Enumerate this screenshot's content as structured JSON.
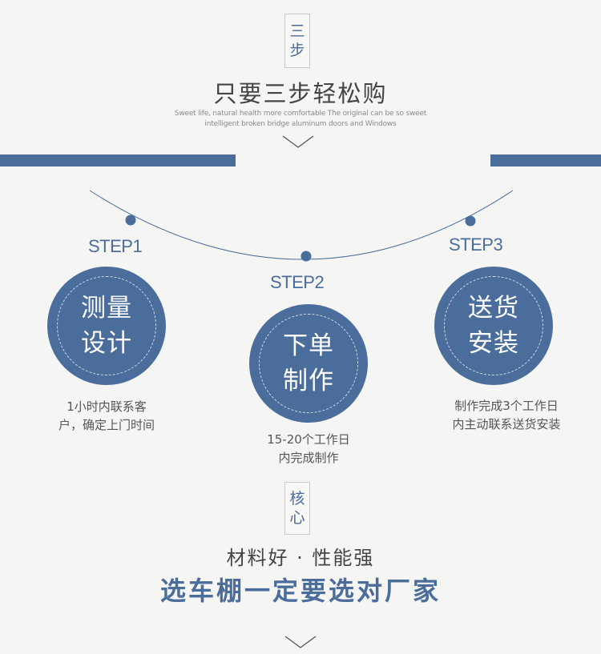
{
  "header": {
    "badge": [
      "三",
      "步"
    ],
    "title": "只要三步轻松购",
    "subtitle_line1": "Sweet life, natural health more comfortable The original can be so sweet",
    "subtitle_line2": "intelligent broken bridge aluminum doors and Windows"
  },
  "steps": [
    {
      "label": "STEP1",
      "circle_line1": "测量",
      "circle_line2": "设计",
      "desc_line1": "1小时内联系客",
      "desc_line2": "户，确定上门时间"
    },
    {
      "label": "STEP2",
      "circle_line1": "下单",
      "circle_line2": "制作",
      "desc_line1": "15-20个工作日",
      "desc_line2": "内完成制作"
    },
    {
      "label": "STEP3",
      "circle_line1": "送货",
      "circle_line2": "安装",
      "desc_line1": "制作完成3个工作日",
      "desc_line2": "内主动联系送货安装"
    }
  ],
  "core": {
    "badge": [
      "核",
      "心"
    ],
    "subtitle": "材料好 · 性能强",
    "title": "选车棚一定要选对厂家"
  },
  "colors": {
    "accent": "#4a6d9c",
    "background": "#f5f5f3",
    "text": "#444444"
  },
  "icons": [
    "chevron-down-icon",
    "chevron-down-icon"
  ]
}
